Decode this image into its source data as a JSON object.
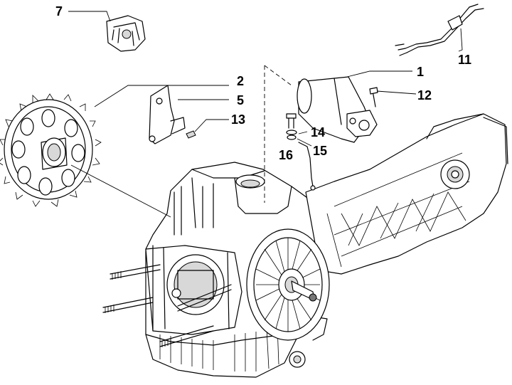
{
  "callouts": {
    "c1": "1",
    "c2": "2",
    "c5": "5",
    "c7": "7",
    "c11": "11",
    "c12": "12",
    "c13": "13",
    "c14": "14",
    "c15": "15",
    "c16": "16"
  },
  "colors": {
    "line": "#000000",
    "background": "#ffffff",
    "shade": "#d8d8d8"
  }
}
